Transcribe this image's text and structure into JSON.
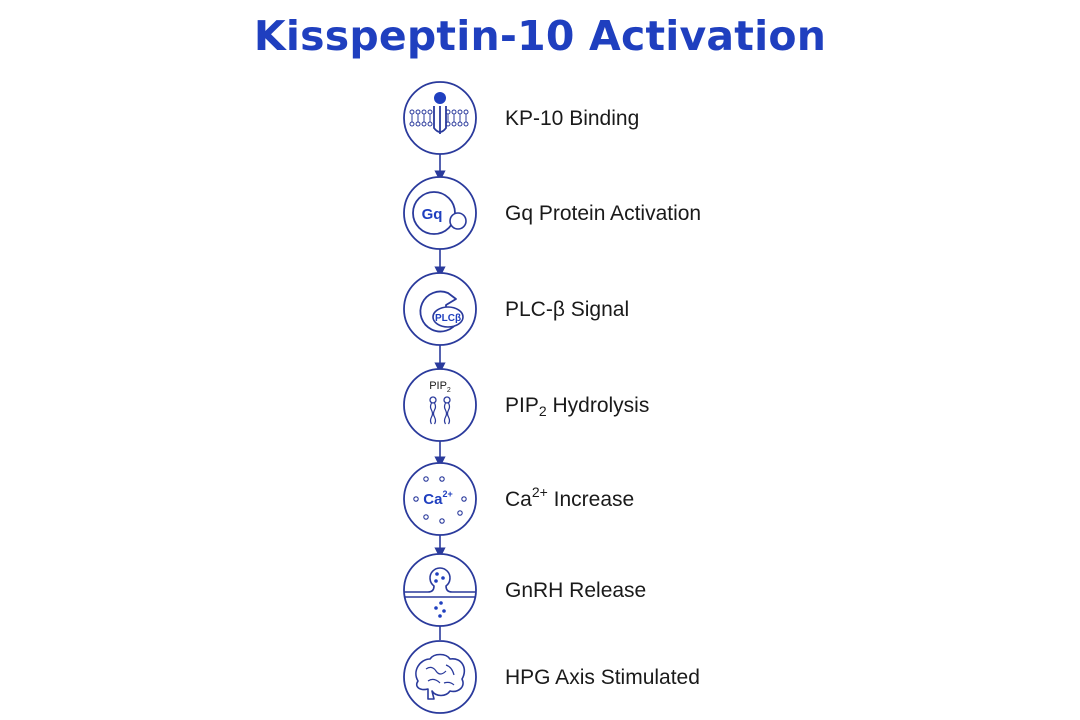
{
  "title": "Kisspeptin-10 Activation",
  "colors": {
    "accent": "#1f3fbf",
    "line": "#2a3a9c",
    "text": "#1a1a1a",
    "background": "#ffffff"
  },
  "steps": [
    {
      "id": "kp10-binding",
      "icon": "receptor-binding-icon",
      "label_main": "KP-10 Binding",
      "label_sub": "",
      "label_sup": "",
      "label_tail": "",
      "icon_text": ""
    },
    {
      "id": "gq-activation",
      "icon": "gq-protein-icon",
      "label_main": "Gq Protein Activation",
      "label_sub": "",
      "label_sup": "",
      "label_tail": "",
      "icon_text": "Gq"
    },
    {
      "id": "plc-signal",
      "icon": "plc-beta-icon",
      "label_main": "PLC-β Signal",
      "label_sub": "",
      "label_sup": "",
      "label_tail": "",
      "icon_text": "PLCβ"
    },
    {
      "id": "pip2-hydrolysis",
      "icon": "pip2-lipid-icon",
      "label_main": "PIP",
      "label_sub": "2",
      "label_sup": "",
      "label_tail": " Hydrolysis",
      "icon_text": "PIP",
      "icon_text_sub": "2"
    },
    {
      "id": "ca-increase",
      "icon": "calcium-icon",
      "label_main": "Ca",
      "label_sub": "",
      "label_sup": "2+",
      "label_tail": " Increase",
      "icon_text": "Ca",
      "icon_text_sup": "2+"
    },
    {
      "id": "gnrh-release",
      "icon": "vesicle-release-icon",
      "label_main": "GnRH Release",
      "label_sub": "",
      "label_sup": "",
      "label_tail": "",
      "icon_text": ""
    },
    {
      "id": "hpg-axis",
      "icon": "brain-icon",
      "label_main": "HPG Axis Stimulated",
      "label_sub": "",
      "label_sup": "",
      "label_tail": "",
      "icon_text": ""
    }
  ]
}
